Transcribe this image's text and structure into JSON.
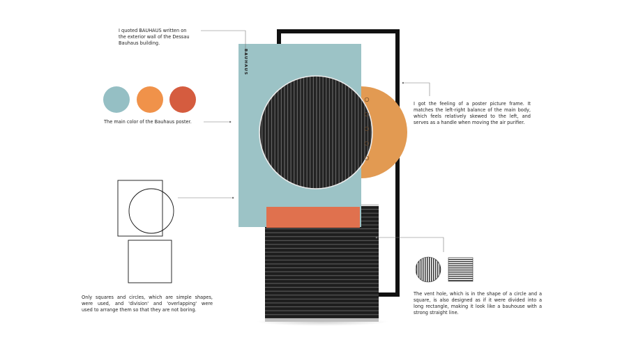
{
  "brand_text": "BAUHAUS",
  "annotations": {
    "quote": {
      "lines": [
        "I quoted BAUHAUS written on",
        "the exterior wall of the Dessau",
        "Bauhaus building."
      ]
    },
    "palette_caption": "The main color of the Bauhaus poster.",
    "frame_note": {
      "lines": [
        "I got the feeling of a poster picture frame. It",
        "matches the left-right balance of the main body,",
        "which feels relatively skewed to the left, and",
        "serves as a handle when moving the air purifier."
      ]
    },
    "shapes_note": {
      "lines": [
        "Only squares and circles, which are simple shapes,",
        "were used, and 'division' and 'overlapping' were",
        "used to arrange them so that they are not boring."
      ]
    },
    "vent_note": {
      "lines": [
        "The vent hole, which is in the shape of a circle and a",
        "square, is also designed as if it were divided into a",
        "long rectangle, making it look like a bauhouse with a",
        "strong straight line."
      ]
    }
  },
  "palette": {
    "colors": [
      "#95bfc4",
      "#f0924a",
      "#d55c3f"
    ],
    "names": [
      "teal-swatch",
      "orange-swatch",
      "red-swatch"
    ]
  },
  "product_colors": {
    "panel": "#9cc3c6",
    "half_disc": "#e29a52",
    "strip": "#e0714e",
    "body": "#1d1d1d",
    "frame": "#111111"
  }
}
